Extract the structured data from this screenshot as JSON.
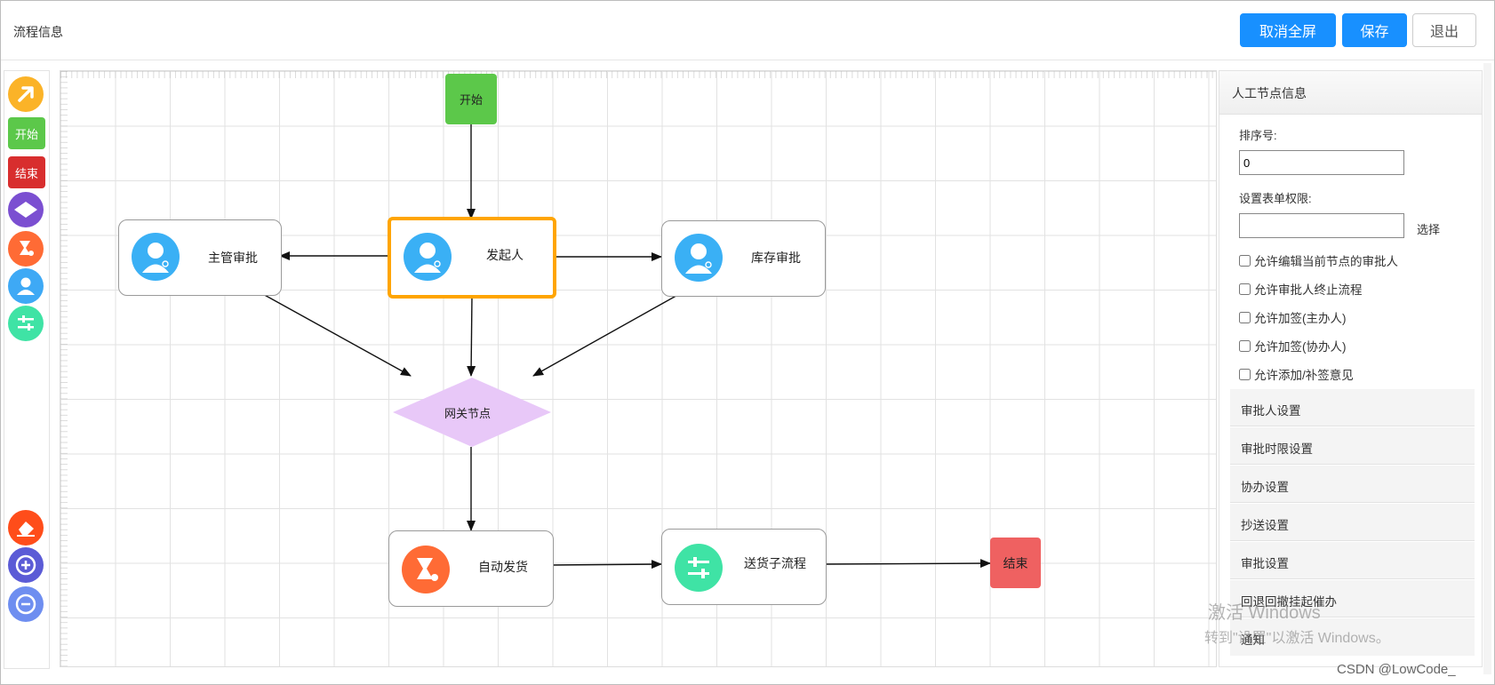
{
  "header": {
    "title": "流程信息",
    "buttons": {
      "exit_fullscreen": "取消全屏",
      "save": "保存",
      "exit": "退出"
    }
  },
  "toolbar": {
    "items": [
      {
        "icon": "arrow-select-icon",
        "color": "#fbb328"
      },
      {
        "label": "开始",
        "icon": "start-node-icon",
        "color": "#5cc84a"
      },
      {
        "label": "结束",
        "icon": "end-node-icon",
        "color": "#d82e2e"
      },
      {
        "icon": "gateway-icon",
        "color": "#7b4fd1"
      },
      {
        "icon": "auto-task-icon",
        "color": "#ff6b35"
      },
      {
        "icon": "user-task-icon",
        "color": "#3ea9f5"
      },
      {
        "icon": "subprocess-icon",
        "color": "#3fe3a5"
      },
      {
        "icon": "eraser-icon",
        "color": "#ff4d1a"
      },
      {
        "icon": "zoom-in-icon",
        "color": "#5b5bd6"
      },
      {
        "icon": "zoom-out-icon",
        "color": "#6e8ef0"
      }
    ]
  },
  "diagram": {
    "nodes": {
      "start": "开始",
      "initiator": "发起人",
      "manager_approval": "主管审批",
      "inventory_approval": "库存审批",
      "gateway": "网关节点",
      "auto_ship": "自动发货",
      "ship_subprocess": "送货子流程",
      "end": "结束"
    },
    "colors": {
      "start": "#5cc84a",
      "end": "#ef6161",
      "gateway": "#e8c8f8",
      "selected_border": "#ffa500",
      "user_avatar": "#3ab0f5",
      "auto_task": "#ff6b35",
      "subprocess": "#3fe3a5"
    }
  },
  "panel": {
    "title": "人工节点信息",
    "sort_label": "排序号:",
    "sort_value": "0",
    "form_perm_label": "设置表单权限:",
    "form_perm_value": "",
    "select_link": "选择",
    "checkboxes": [
      "允许编辑当前节点的审批人",
      "允许审批人终止流程",
      "允许加签(主办人)",
      "允许加签(协办人)",
      "允许添加/补签意见"
    ],
    "sections": [
      "审批人设置",
      "审批时限设置",
      "协办设置",
      "抄送设置",
      "审批设置",
      "回退回撤挂起催办",
      "通知"
    ]
  },
  "overlay": {
    "watermark_line1": "激活 Windows",
    "watermark_line2": "转到\"设置\"以激活 Windows。",
    "credit": "CSDN @LowCode_"
  }
}
